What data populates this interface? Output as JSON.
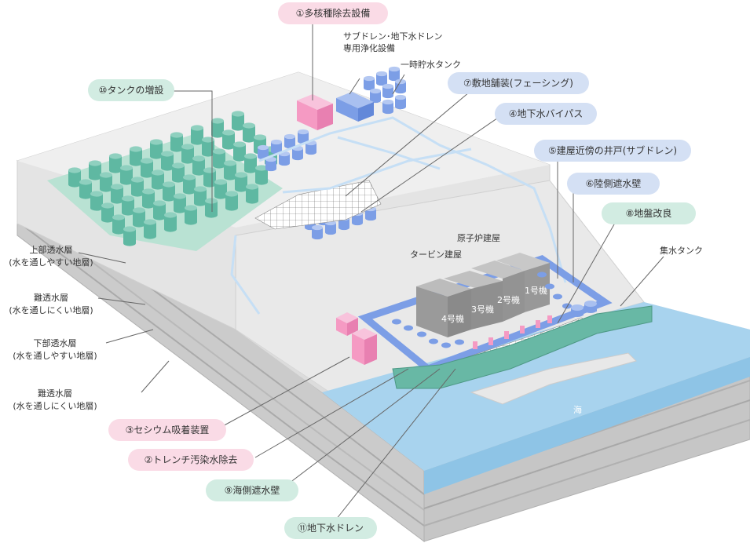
{
  "colors": {
    "pink": "#fadbe6",
    "blue": "#d4e0f4",
    "green": "#d2ece2",
    "sea": "#a8d3ee",
    "tank_green": "#5fb8a2",
    "tank_blue": "#7c9ee6",
    "building_pink": "#f59ac3",
    "trench_green": "#68b8a5",
    "line": "#555555"
  },
  "callouts": [
    {
      "id": "c1",
      "label": "①多核種除去設備",
      "theme": "pink"
    },
    {
      "id": "c10",
      "label": "⑩タンクの増設",
      "theme": "green"
    },
    {
      "id": "c7",
      "label": "⑦敷地舗装(フェーシング)",
      "theme": "blue"
    },
    {
      "id": "c4",
      "label": "④地下水バイパス",
      "theme": "blue"
    },
    {
      "id": "c5",
      "label": "⑤建屋近傍の井戸(サブドレン)",
      "theme": "blue"
    },
    {
      "id": "c6",
      "label": "⑥陸側遮水壁",
      "theme": "blue"
    },
    {
      "id": "c8",
      "label": "⑧地盤改良",
      "theme": "green"
    },
    {
      "id": "c3",
      "label": "③セシウム吸着装置",
      "theme": "pink"
    },
    {
      "id": "c2",
      "label": "②トレンチ汚染水除去",
      "theme": "pink"
    },
    {
      "id": "c9",
      "label": "⑨海側遮水壁",
      "theme": "green"
    },
    {
      "id": "c11",
      "label": "⑪地下水ドレン",
      "theme": "green"
    }
  ],
  "labels": {
    "subdrain_line1": "サブドレン･地下水ドレン",
    "subdrain_line2": "専用浄化設備",
    "temp_tank": "一時貯水タンク",
    "reactor_bldg": "原子炉建屋",
    "turbine_bldg": "タービン建屋",
    "collection_tank": "集水タンク",
    "sea": "海"
  },
  "units": [
    "4号機",
    "3号機",
    "2号機",
    "1号機"
  ],
  "layers": [
    {
      "name": "上部透水層",
      "desc": "(水を通しやすい地層)"
    },
    {
      "name": "難透水層",
      "desc": "(水を通しにくい地層)"
    },
    {
      "name": "下部透水層",
      "desc": "(水を通しやすい地層)"
    },
    {
      "name": "難透水層",
      "desc": "(水を通しにくい地層)"
    }
  ]
}
